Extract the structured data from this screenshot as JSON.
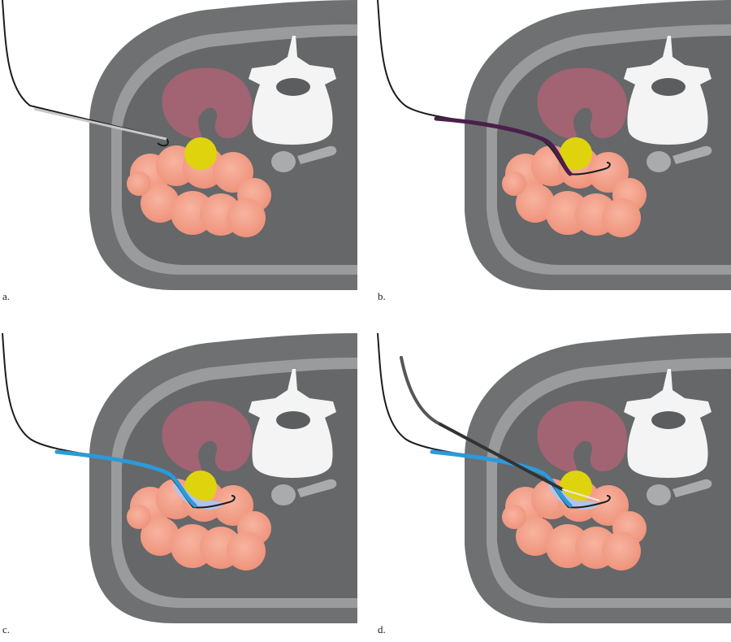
{
  "panels": [
    {
      "id": "a",
      "label": "a."
    },
    {
      "id": "b",
      "label": "b."
    },
    {
      "id": "c",
      "label": "c."
    },
    {
      "id": "d",
      "label": "d."
    }
  ],
  "colors": {
    "body": "#6f7072",
    "fat": "#9a9b9d",
    "inner": "#666769",
    "vertebra": "#f4f4f4",
    "canal": "#5c5d5f",
    "aorta": "#aaabad",
    "stomach": "#a26373",
    "lesion": "#dfd30d",
    "bowel": "#f29d82",
    "wire": "#1d1d1d",
    "needle": "#c8c8ca",
    "dilator": "#4a1f4a",
    "sheath": "#2b9ad9",
    "fluid": "#b3c3e6"
  }
}
